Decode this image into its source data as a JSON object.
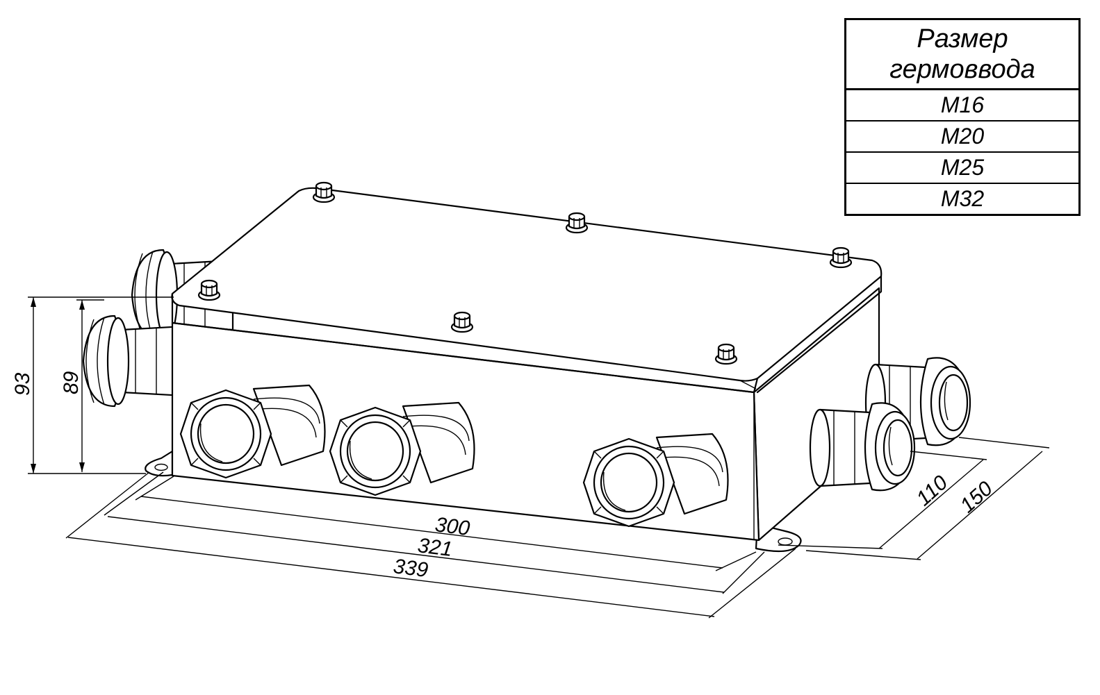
{
  "table": {
    "header_line1": "Размер",
    "header_line2": "гермоввода",
    "rows": [
      "M16",
      "M20",
      "M25",
      "M32"
    ]
  },
  "dimensions": {
    "height_outer": "93",
    "height_inner": "89",
    "length_300": "300",
    "length_321": "321",
    "length_339": "339",
    "depth_110": "110",
    "depth_150": "150"
  }
}
